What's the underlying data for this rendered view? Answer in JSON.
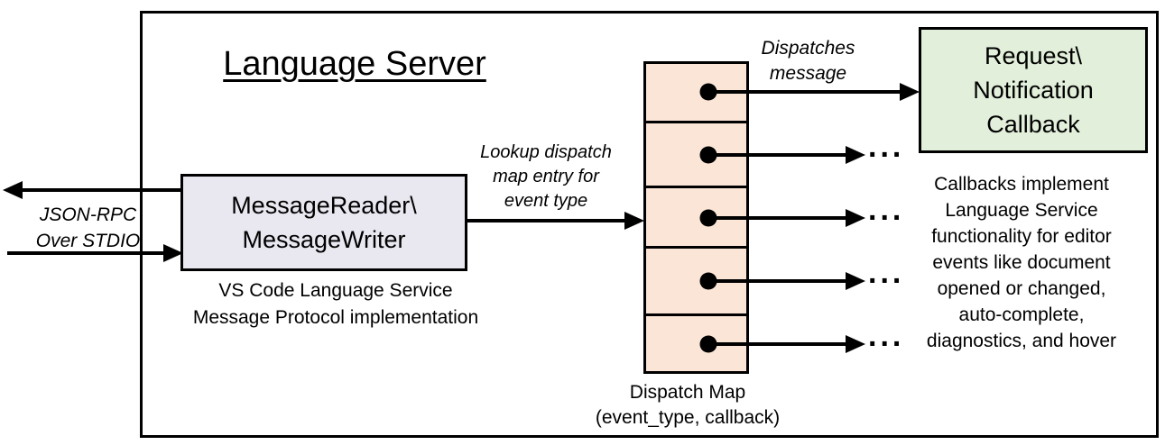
{
  "title": "Language Server",
  "stdio": {
    "label": "JSON-RPC\nOver STDIO"
  },
  "reader": {
    "line1": "MessageReader\\",
    "line2": "MessageWriter",
    "caption": "VS Code Language Service\nMessage Protocol implementation"
  },
  "lookup_label": "Lookup dispatch\nmap entry for\nevent type",
  "dispatch": {
    "label": "Dispatches\nmessage",
    "caption": "Dispatch Map\n(event_type, callback)",
    "rows": 5,
    "ellipsis": "..."
  },
  "callback": {
    "line1": "Request\\",
    "line2": "Notification",
    "line3": "Callback",
    "note": "Callbacks implement\nLanguage Service\nfunctionality for editor\nevents like document\nopened or changed,\nauto-complete,\ndiagnostics, and hover"
  },
  "colors": {
    "reader_fill": "#e9e7f0",
    "map_fill": "#fbe5d6",
    "callback_fill": "#e2efda",
    "line": "#000000",
    "background": "#ffffff"
  }
}
